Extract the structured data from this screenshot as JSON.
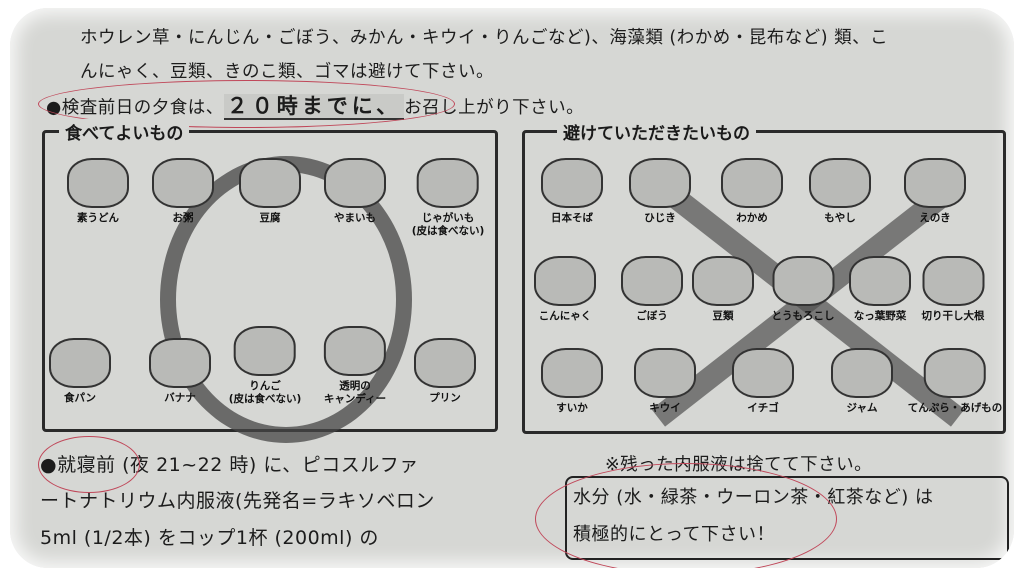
{
  "intro": {
    "line1": "ホウレン草・にんじん・ごぼう、みかん・キウイ・りんごなど)、海藻類 (わかめ・昆布など) 類、こ",
    "line2": "んにゃく、豆類、きのこ類、ゴマは避けて下さい。",
    "dinner_prefix": "●検査前日の夕食は、",
    "dinner_highlight": "２０時までに、",
    "dinner_suffix": "お召し上がり下さい。"
  },
  "ok_box": {
    "title": "食べてよいもの",
    "items": [
      "素うどん",
      "お粥",
      "豆腐",
      "やまいも",
      "じゃがいも",
      "(皮は食べない)",
      "食パン",
      "バナナ",
      "りんご",
      "(皮は食べない)",
      "透明の",
      "キャンディー",
      "プリン"
    ]
  },
  "avoid_box": {
    "title": "避けていただきたいもの",
    "items": [
      "日本そば",
      "ひじき",
      "わかめ",
      "もやし",
      "えのき",
      "こんにゃく",
      "ごぼう",
      "豆類",
      "とうもろこし",
      "なっ葉野菜",
      "切り干し大根",
      "すいか",
      "キウイ",
      "イチゴ",
      "ジャム",
      "てんぷら・あげもの"
    ]
  },
  "bottom_left": {
    "line1": "●就寝前 (夜 21~22 時) に、ピコスルファ",
    "line2": "ートナトリウム内服液(先発名=ラキソベロン",
    "line3": "5ml (1/2本) をコップ1杯 (200ml) の"
  },
  "bottom_right": {
    "note": "※残った内服液は捨てて下さい。",
    "box_line1": "水分 (水・緑茶・ウーロン茶・紅茶など) は",
    "box_line2": "積極的にとって下さい！"
  }
}
